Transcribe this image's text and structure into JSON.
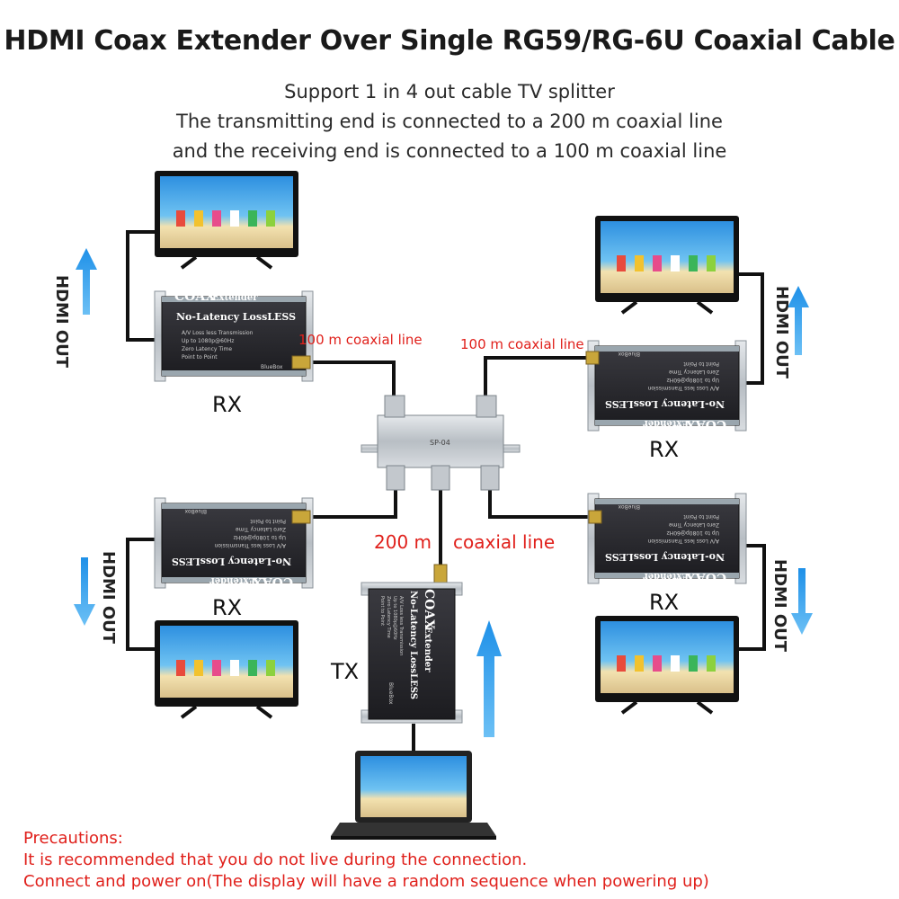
{
  "title": "HDMI Coax Extender Over Single RG59/RG-6U Coaxial Cable",
  "subtitle_lines": [
    "Support 1 in 4 out cable TV splitter",
    "The transmitting end is connected to a 200 m coaxial line",
    "and the receiving end is connected to a 100 m coaxial line"
  ],
  "labels": {
    "rx": "RX",
    "tx": "TX",
    "hdmi_out": "HDMI OUT",
    "coax_100m": "100 m coaxial line",
    "coax_200m": "200 m",
    "coax_line": "coaxial line"
  },
  "device": {
    "brand": "COAX",
    "brand_suffix": "Extender",
    "tagline": "No-Latency LossLESS",
    "bullets": [
      "A/V Loss less Transmission",
      "Up to 1080p@60Hz",
      "Zero Latency Time",
      "Point to Point"
    ],
    "maker": "BlueBox"
  },
  "splitter": {
    "model": "SP-04"
  },
  "precautions": {
    "heading": "Precautions:",
    "lines": [
      "It is recommended that you do not live during the connection.",
      "Connect and power on(The display will have a random sequence when powering up)"
    ]
  },
  "colors": {
    "accent_red": "#e0201b",
    "arrow_blue": "#1e90e8",
    "device_body": "#2a2a2e",
    "bracket": "#9aa6ae"
  }
}
